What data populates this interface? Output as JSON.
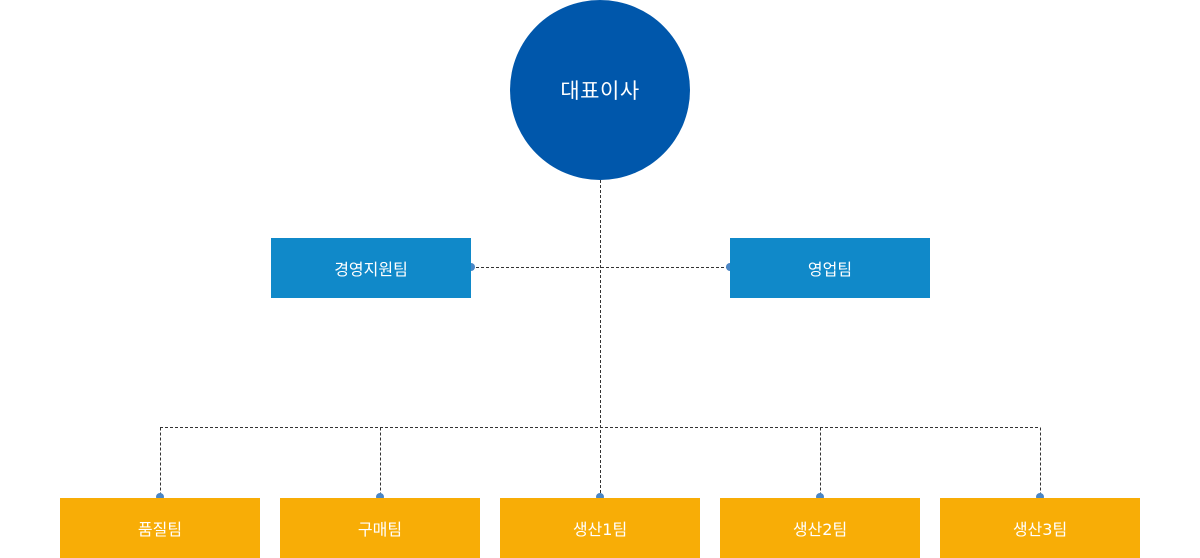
{
  "chart": {
    "ceo": {
      "label": "대표이사"
    },
    "support_teams": [
      {
        "label": "경영지원팀"
      },
      {
        "label": "영업팀"
      }
    ],
    "teams": [
      {
        "label": "품질팀"
      },
      {
        "label": "구매팀"
      },
      {
        "label": "생산1팀"
      },
      {
        "label": "생산2팀"
      },
      {
        "label": "생산3팀"
      }
    ]
  },
  "colors": {
    "ceo": "#0057ab",
    "support": "#1089c9",
    "team": "#f8ad06",
    "line": "#333333",
    "dot": "#4a86c5"
  }
}
